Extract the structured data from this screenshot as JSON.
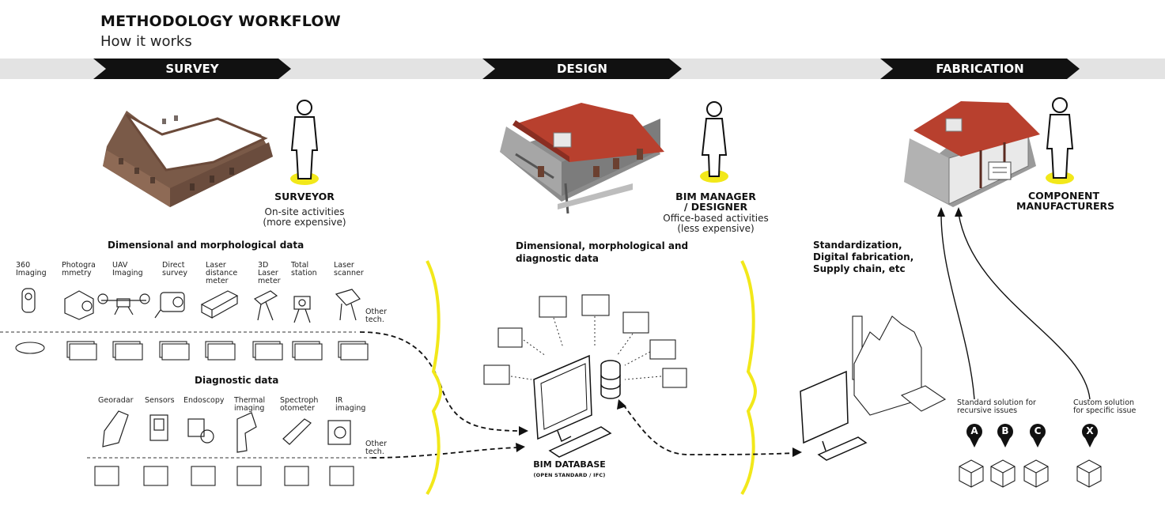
{
  "header": {
    "title": "METHODOLOGY WORKFLOW",
    "subtitle": "How it works"
  },
  "phases": [
    "SURVEY",
    "DESIGN",
    "FABRICATION"
  ],
  "roles": {
    "surveyor": {
      "name": "SURVEYOR",
      "line1": "On-site activities",
      "line2": "(more expensive)"
    },
    "designer": {
      "name1": "BIM MANAGER",
      "name2": "/ DESIGNER",
      "line1": "Office-based activities",
      "line2": "(less expensive)"
    },
    "manufacturers": {
      "name1": "COMPONENT",
      "name2": "MANUFACTURERS"
    }
  },
  "survey": {
    "dimensional_title": "Dimensional and morphological data",
    "tools": [
      {
        "l1": "360",
        "l2": "Imaging",
        "l3": ""
      },
      {
        "l1": "Photogra",
        "l2": "mmetry",
        "l3": ""
      },
      {
        "l1": "UAV",
        "l2": "Imaging",
        "l3": ""
      },
      {
        "l1": "Direct",
        "l2": "survey",
        "l3": ""
      },
      {
        "l1": "Laser",
        "l2": "distance",
        "l3": "meter"
      },
      {
        "l1": "3D",
        "l2": "Laser",
        "l3": "meter"
      },
      {
        "l1": "Total",
        "l2": "station",
        "l3": ""
      },
      {
        "l1": "Laser",
        "l2": "scanner",
        "l3": ""
      }
    ],
    "other1": {
      "l1": "Other",
      "l2": "tech."
    },
    "diagnostic_title": "Diagnostic data",
    "diag_tools": [
      {
        "l1": "Georadar",
        "l2": ""
      },
      {
        "l1": "Sensors",
        "l2": ""
      },
      {
        "l1": "Endoscopy",
        "l2": ""
      },
      {
        "l1": "Thermal",
        "l2": "imaging"
      },
      {
        "l1": "Spectroph",
        "l2": "otometer"
      },
      {
        "l1": "IR",
        "l2": "imaging"
      }
    ],
    "other2": {
      "l1": "Other",
      "l2": "tech."
    }
  },
  "design": {
    "data_title1": "Dimensional, morphological and",
    "data_title2": "diagnostic data",
    "db_label": "BIM DATABASE",
    "db_sub": "(OPEN STANDARD / IFC)"
  },
  "fabrication": {
    "title1": "Standardization,",
    "title2": "Digital fabrication,",
    "title3": "Supply chain, etc",
    "standard1": "Standard solution for",
    "standard2": "recursive issues",
    "custom1": "Custom solution",
    "custom2": "for specific issue",
    "badges": [
      "A",
      "B",
      "C",
      "X"
    ]
  },
  "colors": {
    "accent_yellow": "#f2e81a",
    "roof_red": "#b8402e",
    "wall_grey": "#8c8c8c",
    "band": "#e3e3e3"
  }
}
